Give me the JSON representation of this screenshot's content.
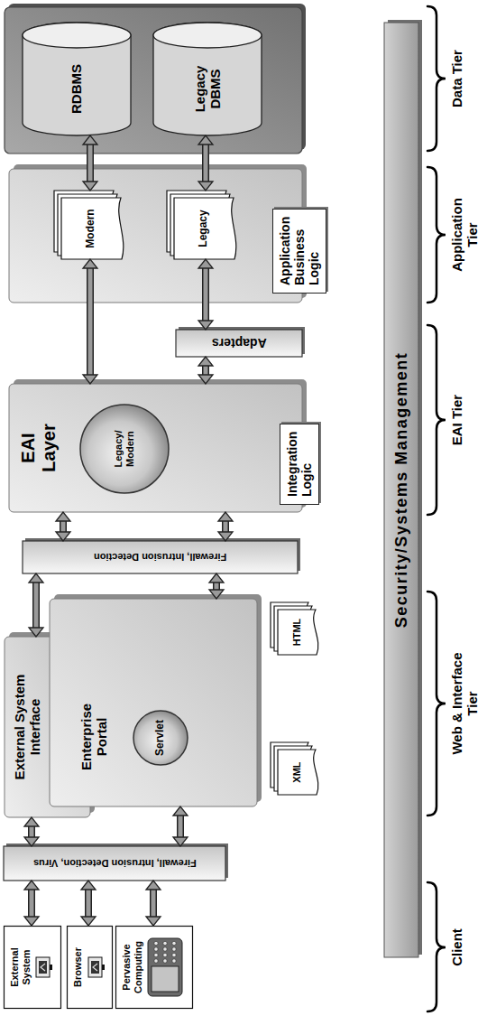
{
  "diagram": {
    "nodes": [
      {
        "text": [
          "External System"
        ]
      },
      {
        "text": [
          "Browser"
        ]
      },
      {
        "text": [
          "Pervasive Computing"
        ]
      },
      {
        "text": [
          "Firewall, Intrusion Detection, Virus"
        ]
      },
      {
        "text": [
          "External System Interface"
        ]
      },
      {
        "text": [
          "Enterprise Portal"
        ]
      },
      {
        "text": [
          "Servlet"
        ],
        "in": 5
      },
      {
        "text": [
          "XML"
        ]
      },
      {
        "text": [
          "HTML"
        ]
      },
      {
        "text": [
          "Firewall, Intrusion Detection"
        ]
      },
      {
        "text": [
          "EAI Layer",
          "Integration Logic"
        ]
      },
      {
        "text": [
          "Legacy/ Modern"
        ],
        "in": 10
      },
      {
        "text": [
          "Adapters"
        ]
      },
      {
        "text": [
          "Application Business Logic"
        ]
      },
      {
        "text": [
          "Modern"
        ],
        "in": 13
      },
      {
        "text": [
          "Legacy"
        ],
        "in": 13
      },
      {
        "text": [
          "RDBMS"
        ]
      },
      {
        "text": [
          "Legacy DBMS"
        ]
      },
      {
        "text": [
          "Security/Systems Management"
        ]
      }
    ],
    "edges": [
      {
        "from": 0,
        "to": 3,
        "arrow": "both"
      },
      {
        "from": 1,
        "to": 3,
        "arrow": "both"
      },
      {
        "from": 2,
        "to": 3,
        "arrow": "both"
      },
      {
        "from": 3,
        "to": 4,
        "arrow": "both"
      },
      {
        "from": 3,
        "to": 5,
        "arrow": "both"
      },
      {
        "from": 4,
        "to": 9,
        "arrow": "both"
      },
      {
        "from": 5,
        "to": 9,
        "arrow": "both"
      },
      {
        "from": 9,
        "to": 10,
        "arrow": "both"
      },
      {
        "from": 9,
        "to": 10,
        "arrow": "both"
      },
      {
        "from": 10,
        "to": 14,
        "arrow": "both"
      },
      {
        "from": 10,
        "to": 12,
        "arrow": "both"
      },
      {
        "from": 12,
        "to": 15,
        "arrow": "both"
      },
      {
        "from": 14,
        "to": 16,
        "arrow": "both"
      },
      {
        "from": 15,
        "to": 17,
        "arrow": "both"
      }
    ],
    "labels": [
      "Client",
      "Web & Interface Tier",
      "EAI Tier",
      "Application Tier",
      "Data Tier"
    ]
  }
}
